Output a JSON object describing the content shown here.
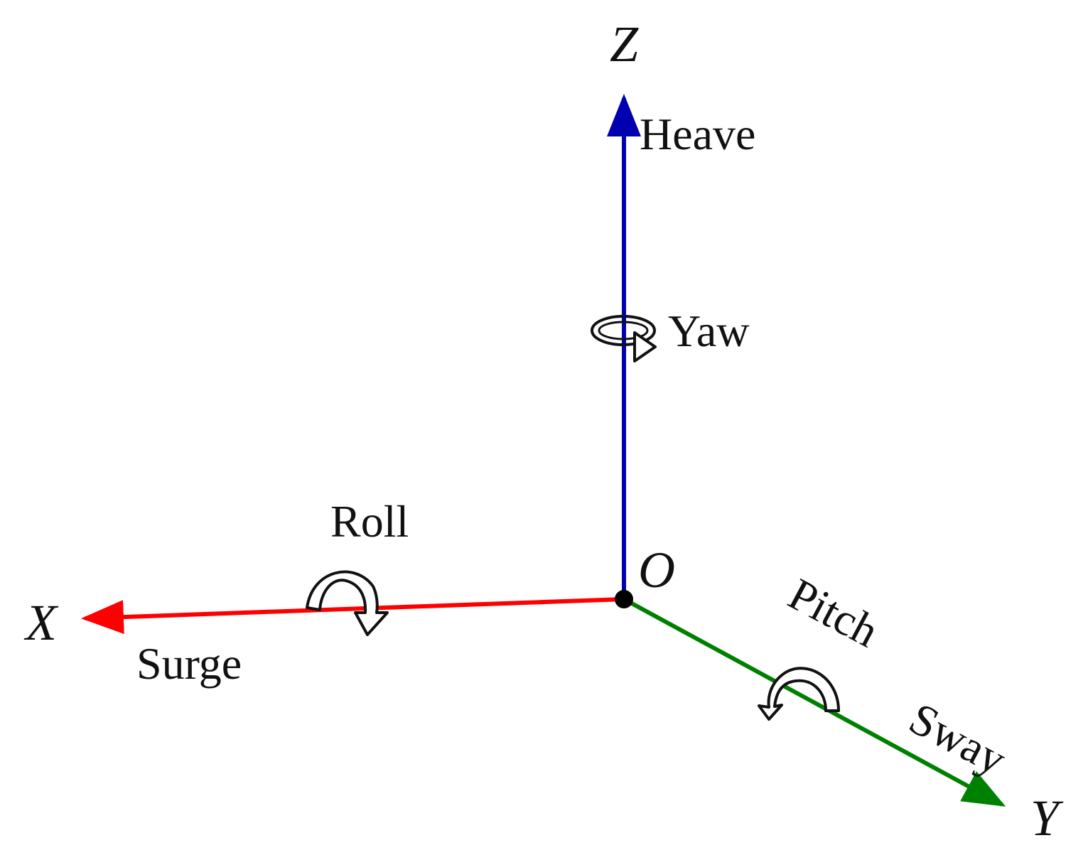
{
  "axes": {
    "x": {
      "letter": "X",
      "translation": "Surge",
      "rotation": "Roll",
      "color": "#ff0000"
    },
    "y": {
      "letter": "Y",
      "translation": "Sway",
      "rotation": "Pitch",
      "color": "#008000"
    },
    "z": {
      "letter": "Z",
      "translation": "Heave",
      "rotation": "Yaw",
      "color": "#0000b0"
    }
  },
  "origin": {
    "label": "O",
    "color": "#000000"
  }
}
